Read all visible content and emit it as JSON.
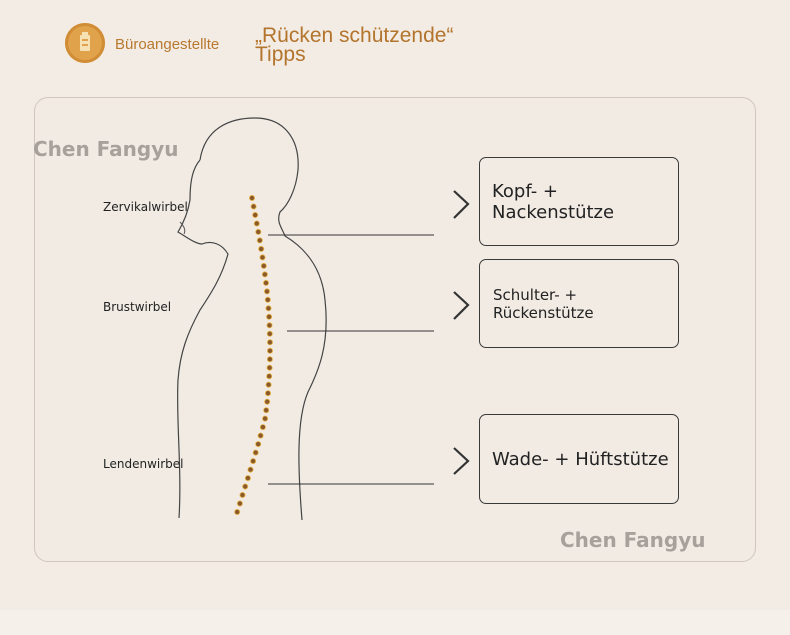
{
  "header": {
    "brand": "Büroangestellte",
    "title_line1": "„Rücken schützende“",
    "title_line2": "Tipps"
  },
  "watermarks": [
    "Chen Fangyu",
    "Chen Fangyu"
  ],
  "spine_labels": [
    "Zervikalwirbel",
    "Brustwirbel",
    "Lendenwirbel"
  ],
  "supports": [
    "Kopf- + Nackenstütze",
    "Schulter- + Rückenstütze",
    "Wade- + Hüftstütze"
  ],
  "colors": {
    "accent": "#b3742c",
    "logo": "#e0a24a",
    "spine_dot": "#8b5a2b"
  }
}
